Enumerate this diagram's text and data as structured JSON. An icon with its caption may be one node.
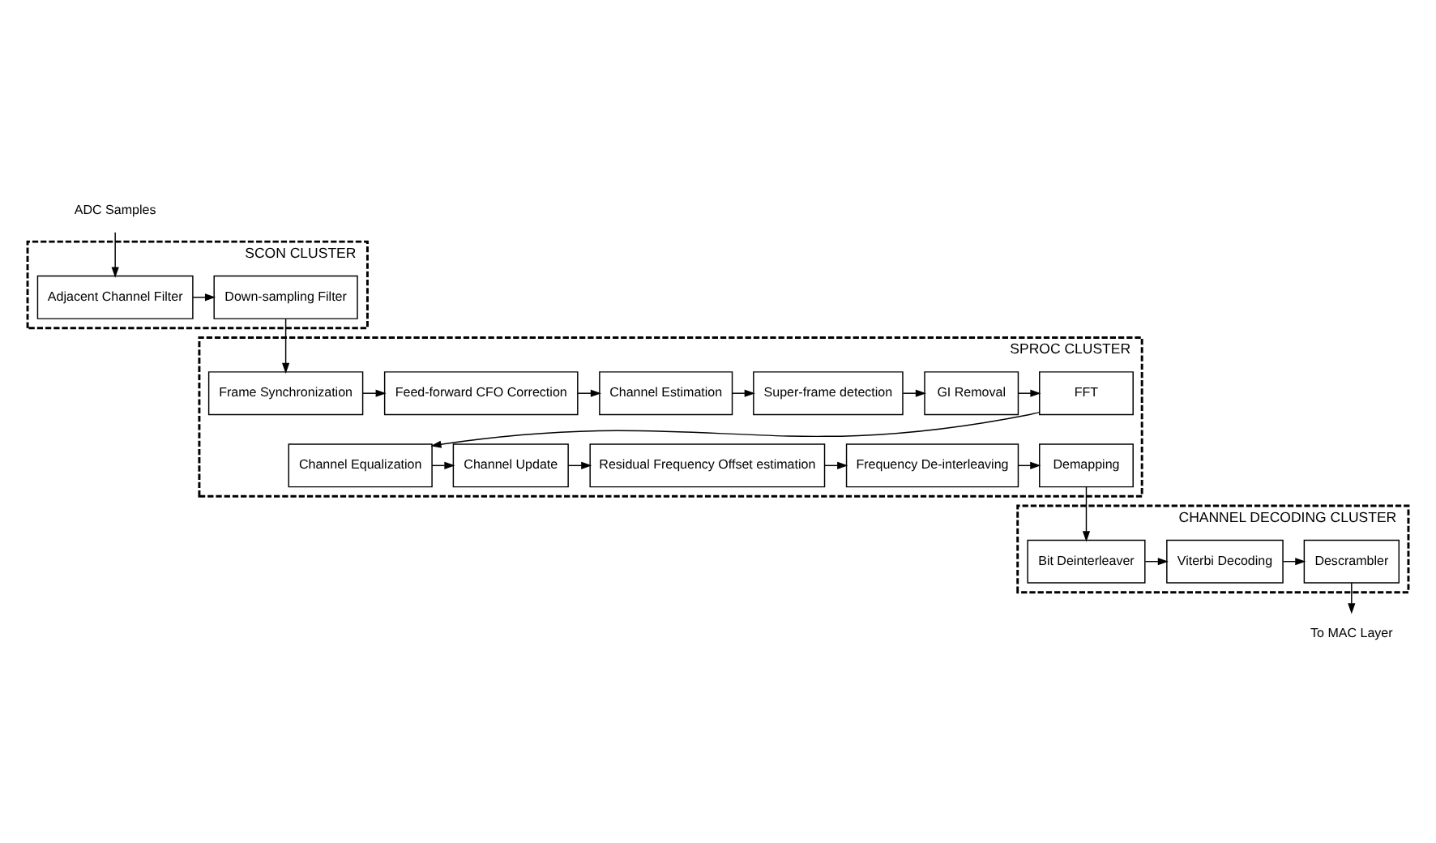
{
  "diagram": {
    "nodes": [
      {
        "text": [
          "ADC Samples"
        ]
      },
      {
        "text": [
          "SCON CLUSTER"
        ]
      },
      {
        "text": [
          "Adjacent Channel Filter"
        ],
        "in": 1
      },
      {
        "text": [
          "Down-sampling Filter"
        ],
        "in": 1
      },
      {
        "text": [
          "SPROC CLUSTER"
        ]
      },
      {
        "text": [
          "FFT"
        ],
        "in": 4
      },
      {
        "text": [
          "GI Removal"
        ],
        "in": 4
      },
      {
        "text": [
          "Super-frame detection"
        ],
        "in": 4
      },
      {
        "text": [
          "Channel Estimation"
        ],
        "in": 4
      },
      {
        "text": [
          "Feed-forward CFO Correction"
        ],
        "in": 4
      },
      {
        "text": [
          "Frame Synchronization"
        ],
        "in": 4
      },
      {
        "text": [
          "Channel Equalization"
        ],
        "in": 4
      },
      {
        "text": [
          "Channel Update"
        ],
        "in": 4
      },
      {
        "text": [
          "Residual Frequency Offset estimation"
        ],
        "in": 4
      },
      {
        "text": [
          "Frequency De-interleaving"
        ],
        "in": 4
      },
      {
        "text": [
          "Demapping"
        ],
        "in": 4
      },
      {
        "text": [
          "CHANNEL DECODING CLUSTER"
        ]
      },
      {
        "text": [
          "Bit Deinterleaver"
        ],
        "in": 16
      },
      {
        "text": [
          "Viterbi Decoding"
        ],
        "in": 16
      },
      {
        "text": [
          "Descrambler"
        ],
        "in": 16
      },
      {
        "text": [
          "To MAC Layer"
        ]
      }
    ],
    "edges": [
      {
        "from": 0,
        "to": 2,
        "arrow": "to"
      },
      {
        "from": 2,
        "to": 3,
        "arrow": "to"
      },
      {
        "from": 3,
        "to": 10,
        "arrow": "to"
      },
      {
        "from": 10,
        "to": 9,
        "arrow": "to"
      },
      {
        "from": 9,
        "to": 8,
        "arrow": "to"
      },
      {
        "from": 8,
        "to": 7,
        "arrow": "to"
      },
      {
        "from": 7,
        "to": 6,
        "arrow": "to"
      },
      {
        "from": 6,
        "to": 5,
        "arrow": "to"
      },
      {
        "from": 5,
        "to": 11,
        "arrow": "to"
      },
      {
        "from": 11,
        "to": 12,
        "arrow": "to"
      },
      {
        "from": 12,
        "to": 13,
        "arrow": "to"
      },
      {
        "from": 13,
        "to": 14,
        "arrow": "to"
      },
      {
        "from": 14,
        "to": 15,
        "arrow": "to"
      },
      {
        "from": 15,
        "to": 17,
        "arrow": "to"
      },
      {
        "from": 17,
        "to": 18,
        "arrow": "to"
      },
      {
        "from": 18,
        "to": 19,
        "arrow": "to"
      },
      {
        "from": 19,
        "to": 20,
        "arrow": "to"
      }
    ]
  }
}
